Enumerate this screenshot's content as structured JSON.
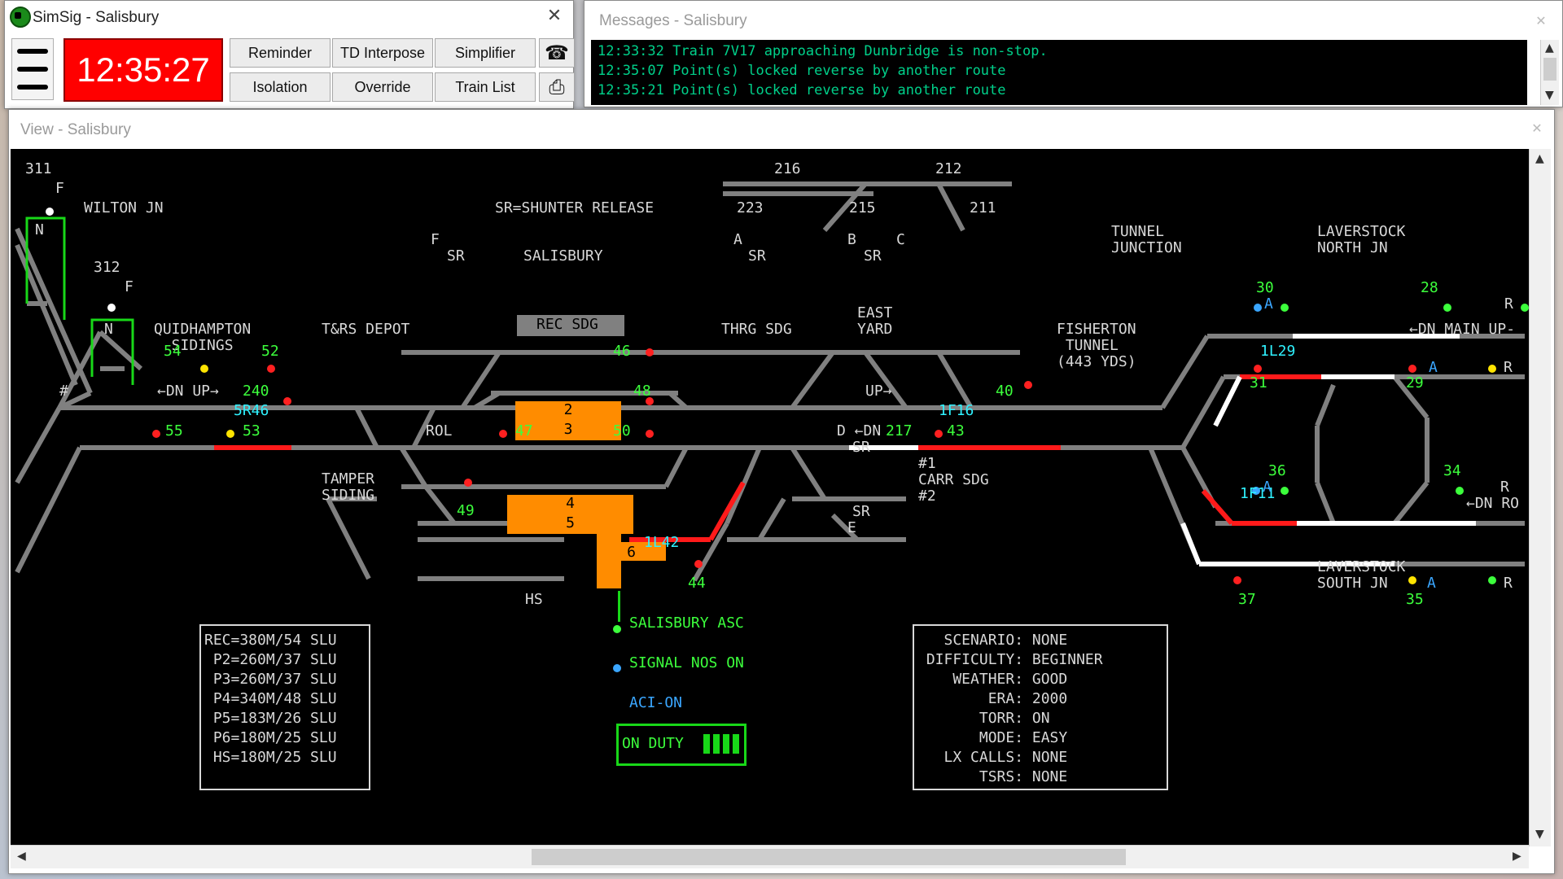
{
  "control": {
    "title": "SimSig - Salisbury",
    "clock": "12:35:27",
    "buttons": {
      "reminder": "Reminder",
      "td_interpose": "TD Interpose",
      "simplifier": "Simplifier",
      "isolation": "Isolation",
      "override": "Override",
      "train_list": "Train List"
    },
    "phone_icon": "telephone-icon",
    "print_icon": "printer-icon"
  },
  "messages": {
    "title": "Messages - Salisbury",
    "lines": [
      "12:33:32 Train 7V17 approaching Dunbridge is non-stop.",
      "12:35:07 Point(s) locked reverse by another route",
      "12:35:21 Point(s) locked reverse by another route"
    ]
  },
  "view": {
    "title": "View - Salisbury",
    "labels": {
      "wilton": "WILTON JN",
      "sr_note": "SR=SHUNTER RELEASE",
      "salisbury": "SALISBURY",
      "tunnel_jn": "TUNNEL\nJUNCTION",
      "laverstock_n": "LAVERSTOCK\nNORTH JN",
      "laverstock_s": "LAVERSTOCK\nSOUTH JN",
      "quidhampton": "QUIDHAMPTON\n  SIDINGS",
      "trs_depot": "T&RS DEPOT",
      "rec_sdg": "REC SDG",
      "thrg_sdg": "THRG SDG",
      "east_yard": "EAST\nYARD",
      "fisherton": "FISHERTON\n TUNNEL\n(443 YDS)",
      "dn_main_up": "←DN MAIN UP-",
      "dn_up": "←DN UP→",
      "up": "UP→",
      "dn": "D ←DN",
      "dn_ro": "←DN RO",
      "rol": "ROL",
      "tamper": "TAMPER\nSIDING",
      "carr_sdg": "#1\nCARR SDG\n#2",
      "hs": "HS",
      "salisbury_asc": "SALISBURY ASC",
      "signal_nos": "SIGNAL NOS ON",
      "aci_on": "ACI-ON",
      "on_duty": "ON DUTY"
    },
    "train_ids": [
      "5R46",
      "1F16",
      "1L29",
      "1F11",
      "1L42"
    ],
    "platforms": [
      "2",
      "3",
      "4",
      "5",
      "6"
    ],
    "signals": [
      "311",
      "312",
      "240",
      "54",
      "52",
      "55",
      "53",
      "216",
      "212",
      "223",
      "215",
      "211",
      "46",
      "48",
      "47",
      "50",
      "49",
      "44",
      "217",
      "43",
      "40",
      "30",
      "28",
      "31",
      "29",
      "36",
      "34",
      "37",
      "35"
    ],
    "letters": [
      "F",
      "N",
      "F",
      "N",
      "F",
      "SR",
      "A",
      "SR",
      "B",
      "SR",
      "C",
      "D",
      "SR",
      "SR",
      "E",
      "A",
      "R",
      "A",
      "R",
      "A",
      "R",
      "A",
      "R",
      "#"
    ],
    "platform_lengths": [
      "REC=380M/54 SLU",
      " P2=260M/37 SLU",
      " P3=260M/37 SLU",
      " P4=340M/48 SLU",
      " P5=183M/26 SLU",
      " P6=180M/25 SLU",
      " HS=180M/25 SLU"
    ],
    "scenario": [
      "   SCENARIO: NONE",
      " DIFFICULTY: BEGINNER",
      "    WEATHER: GOOD",
      "        ERA: 2000",
      "       TORR: ON",
      "       MODE: EASY",
      "   LX CALLS: NONE",
      "       TSRS: NONE"
    ]
  },
  "colors": {
    "track": "#808080",
    "route_set": "#ff1a1a",
    "overlap": "#ffffff",
    "platform": "#ff8c00",
    "clock": "#ff0000",
    "signal_green": "#3cff3c",
    "train_id": "#2ff2ff"
  }
}
